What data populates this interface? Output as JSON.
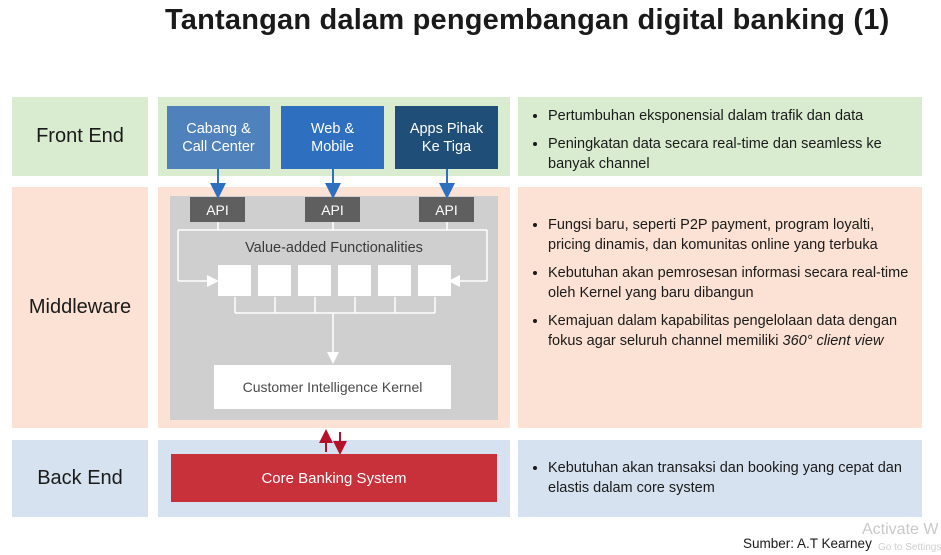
{
  "title": "Tantangan dalam pengembangan digital banking (1)",
  "layers": {
    "front_end": "Front End",
    "middleware": "Middleware",
    "back_end": "Back End"
  },
  "channels": [
    {
      "label": "Cabang &\nCall Center",
      "color": "#4f81bd"
    },
    {
      "label": "Web &\nMobile",
      "color": "#2e6fbf"
    },
    {
      "label": "Apps Pihak\nKe Tiga",
      "color": "#1f4e79"
    }
  ],
  "api_label": "API",
  "value_added": "Value-added Functionalities",
  "kernel": "Customer Intelligence Kernel",
  "core_banking": "Core Banking System",
  "notes": {
    "front_end": [
      "Pertumbuhan eksponensial dalam trafik dan data",
      "Peningkatan data secara real-time dan seamless ke banyak channel"
    ],
    "middleware": [
      "Fungsi baru, seperti P2P payment, program loyalti, pricing dinamis, dan komunitas online yang terbuka",
      "Kebutuhan akan pemrosesan informasi secara real-time oleh Kernel yang baru dibangun"
    ],
    "middleware_last_text": "Kemajuan dalam kapabilitas pengelolaan data dengan fokus agar seluruh channel memiliki ",
    "middleware_last_emphasis": "360° client view",
    "back_end": [
      "Kebutuhan akan transaksi dan booking yang cepat dan elastis dalam core system"
    ]
  },
  "source": "Sumber: A.T Kearney",
  "watermark": "Activate W",
  "watermark_sub": "Go to Settings"
}
